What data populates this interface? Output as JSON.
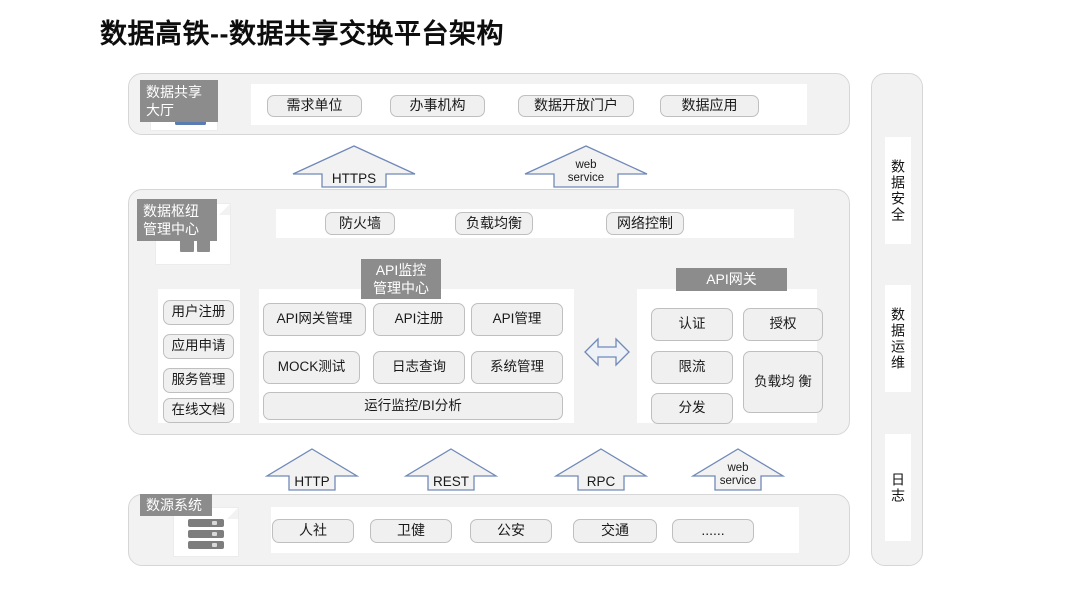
{
  "page": {
    "title": "数据高铁--数据共享交换平台架构",
    "accent_gray": "#8c8c8c",
    "arrow_stroke": "#7089b8",
    "band_fill": "#f2f2f2",
    "box_fill": "#f0f0f0"
  },
  "top_layer": {
    "tab_label": "数据共享\n大厅",
    "icon": "monitor-icon",
    "boxes": [
      {
        "label": "需求单位"
      },
      {
        "label": "办事机构"
      },
      {
        "label": "数据开放门户"
      },
      {
        "label": "数据应用"
      }
    ]
  },
  "top_connectors": [
    {
      "label": "HTTPS",
      "lines": 1
    },
    {
      "label": "web\nservice",
      "lines": 2
    }
  ],
  "hub_layer": {
    "tab_label": "数据枢纽\n管理中心",
    "icon": "grid-icon",
    "security_row": [
      {
        "label": "防火墙"
      },
      {
        "label": "负载均衡"
      },
      {
        "label": "网络控制"
      }
    ],
    "left_menu": [
      {
        "label": "用户注册"
      },
      {
        "label": "应用申请"
      },
      {
        "label": "服务管理"
      },
      {
        "label": "在线文档"
      }
    ],
    "api_monitor": {
      "tab_label": "API监控\n管理中心",
      "row1": [
        {
          "label": "API网关管理"
        },
        {
          "label": "API注册"
        },
        {
          "label": "API管理"
        }
      ],
      "row2": [
        {
          "label": "MOCK测试"
        },
        {
          "label": "日志查询"
        },
        {
          "label": "系统管理"
        }
      ],
      "wide": {
        "label": "运行监控/BI分析"
      }
    },
    "connector_icon": "double-arrow-horizontal-icon",
    "api_gateway": {
      "tab_label": "API网关",
      "items": [
        {
          "label": "认证"
        },
        {
          "label": "授权"
        },
        {
          "label": "限流"
        },
        {
          "label": "负载均\n衡"
        },
        {
          "label": "分发"
        }
      ]
    }
  },
  "bottom_connectors": [
    {
      "label": "HTTP",
      "lines": 1
    },
    {
      "label": "REST",
      "lines": 1
    },
    {
      "label": "RPC",
      "lines": 1
    },
    {
      "label": "web\nservice",
      "lines": 2
    }
  ],
  "source_layer": {
    "tab_label": "数源系统",
    "icon": "server-icon",
    "boxes": [
      {
        "label": "人社"
      },
      {
        "label": "卫健"
      },
      {
        "label": "公安"
      },
      {
        "label": "交通"
      },
      {
        "label": "......"
      }
    ]
  },
  "right_rail": {
    "items": [
      {
        "label": "数据安全"
      },
      {
        "label": "数据运维"
      },
      {
        "label": "日志"
      }
    ]
  }
}
